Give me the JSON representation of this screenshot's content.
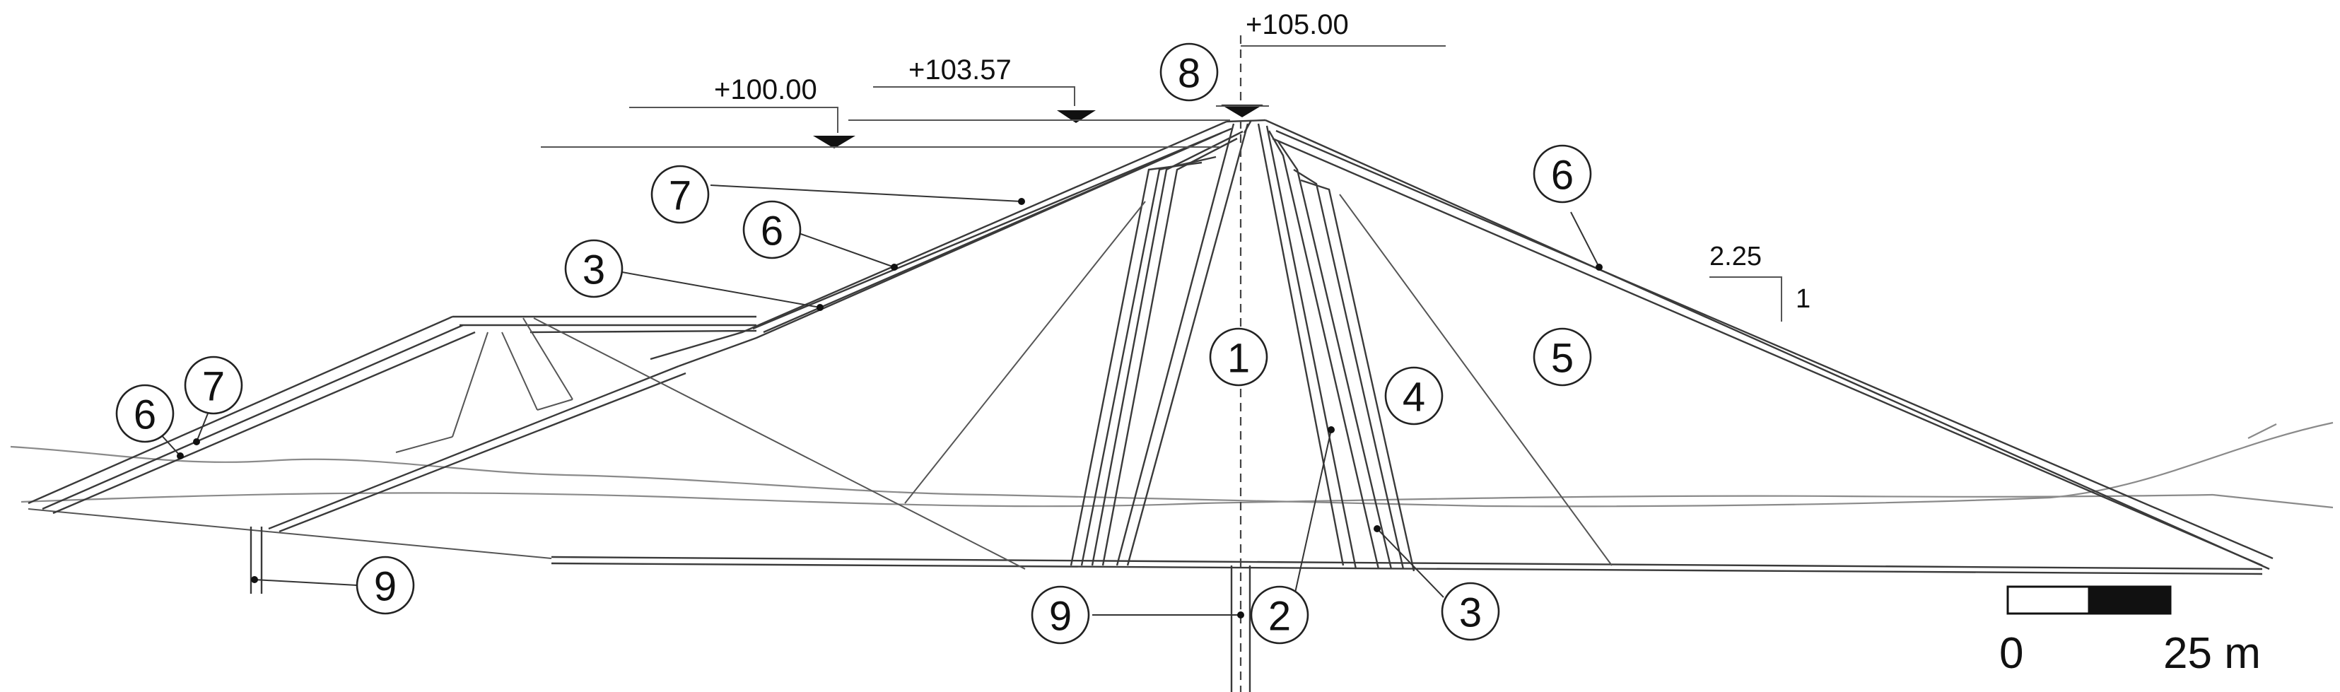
{
  "elevations": {
    "crest": "+105.00",
    "high": "+103.57",
    "normal": "+100.00"
  },
  "slope": {
    "horizontal": "2.25",
    "vertical": "1"
  },
  "zones": {
    "z1": "1",
    "z2": "2",
    "z3": "3",
    "z4": "4",
    "z5": "5",
    "z6": "6",
    "z7": "7",
    "z8": "8",
    "z9": "9"
  },
  "scale_bar": {
    "start_label": "0",
    "end_label": "25 m"
  },
  "colors": {
    "line": "#3a3a3a",
    "ground": "#8a8a8a",
    "background": "#ffffff"
  }
}
